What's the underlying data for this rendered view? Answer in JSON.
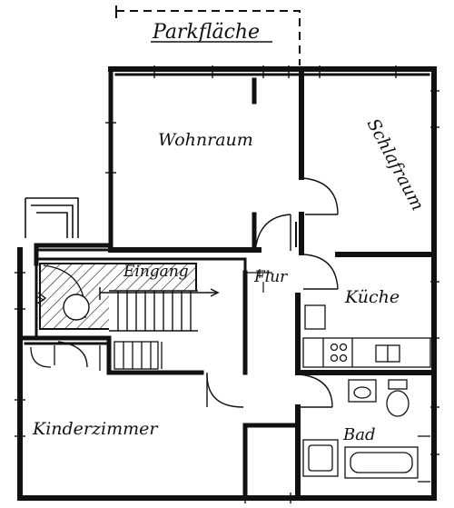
{
  "title": "Parkfläche",
  "rooms": {
    "wohnraum": "Wohnraum",
    "schlafraum": "Schlafraum",
    "eingang": "Eingang",
    "flur": "Flur",
    "kueche": "Küche",
    "kinderzimmer": "Kinderzimmer",
    "bad": "Bad"
  },
  "colors": {
    "ink": "#111111",
    "paper": "#ffffff"
  }
}
